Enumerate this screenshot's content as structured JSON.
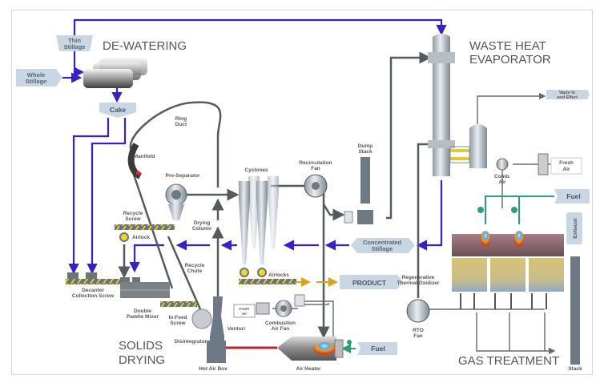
{
  "diagram": {
    "sections": {
      "dewatering": "DE-WATERING",
      "waste_heat_1": "WASTE HEAT",
      "waste_heat_2": "EVAPORATOR",
      "solids_1": "SOLIDS",
      "solids_2": "DRYING",
      "gas_treatment": "GAS TREATMENT"
    },
    "stream_tags": {
      "thin_stillage_1": "Thin",
      "thin_stillage_2": "Stillage",
      "whole_stillage_1": "Whole",
      "whole_stillage_2": "Stillage",
      "cake": "Cake",
      "concentrated_1": "Concentrated",
      "concentrated_2": "Stillage",
      "product": "PRODUCT",
      "fuel_dryer": "Fuel",
      "fuel_rto": "Fuel",
      "vapor_1": "Vapor to",
      "vapor_2": "next Effect",
      "fresh_air_rto_1": "Fresh",
      "fresh_air_rto_2": "Air",
      "exhaust": "Exhaust",
      "fresh_air_dryer_1": "Fresh",
      "fresh_air_dryer_2": "Air"
    },
    "equipment_labels": {
      "ring_duct_1": "Ring",
      "ring_duct_2": "Duct",
      "manifold": "Manifold",
      "pre_separator": "Pre-Separator",
      "cyclones": "Cyclones",
      "recirc_fan_1": "Recirculation",
      "recirc_fan_2": "Fan",
      "dump_stack_1": "Dump",
      "dump_stack_2": "Stack",
      "recycle_screw_1": "Recycle",
      "recycle_screw_2": "Screw",
      "airlock": "Airlock",
      "drying_column_1": "Drying",
      "drying_column_2": "Column",
      "recycle_chute_1": "Recycle",
      "recycle_chute_2": "Chute",
      "airlocks": "Airlocks",
      "decanter_1": "Decanter",
      "decanter_2": "Collection Screw",
      "paddle_1": "Double",
      "paddle_2": "Paddle Mixer",
      "infeed_1": "In-Feed",
      "infeed_2": "Screw",
      "venturi": "Venturi",
      "disintegrator": "Disintegrator",
      "hot_air_box": "Hot Air Box",
      "comb_air_fan_1": "Combustion",
      "comb_air_fan_2": "Air Fan",
      "air_heater": "Air Heater",
      "rto_1": "Regenerative",
      "rto_2": "Thermal Oxidizer",
      "rto_fan_1": "RTO",
      "rto_fan_2": "Fan",
      "comb_air_1": "Comb.",
      "comb_air_2": "Air",
      "stack": "Stack"
    },
    "colors": {
      "stillage_flow": "#3a1fc4",
      "gas_flow": "#555a5f",
      "fuel_flow": "#2e9e7a",
      "product_flow": "#d9a21a",
      "hot_air": "#b22a2a",
      "tag_fill": "#c9d6e3"
    }
  }
}
